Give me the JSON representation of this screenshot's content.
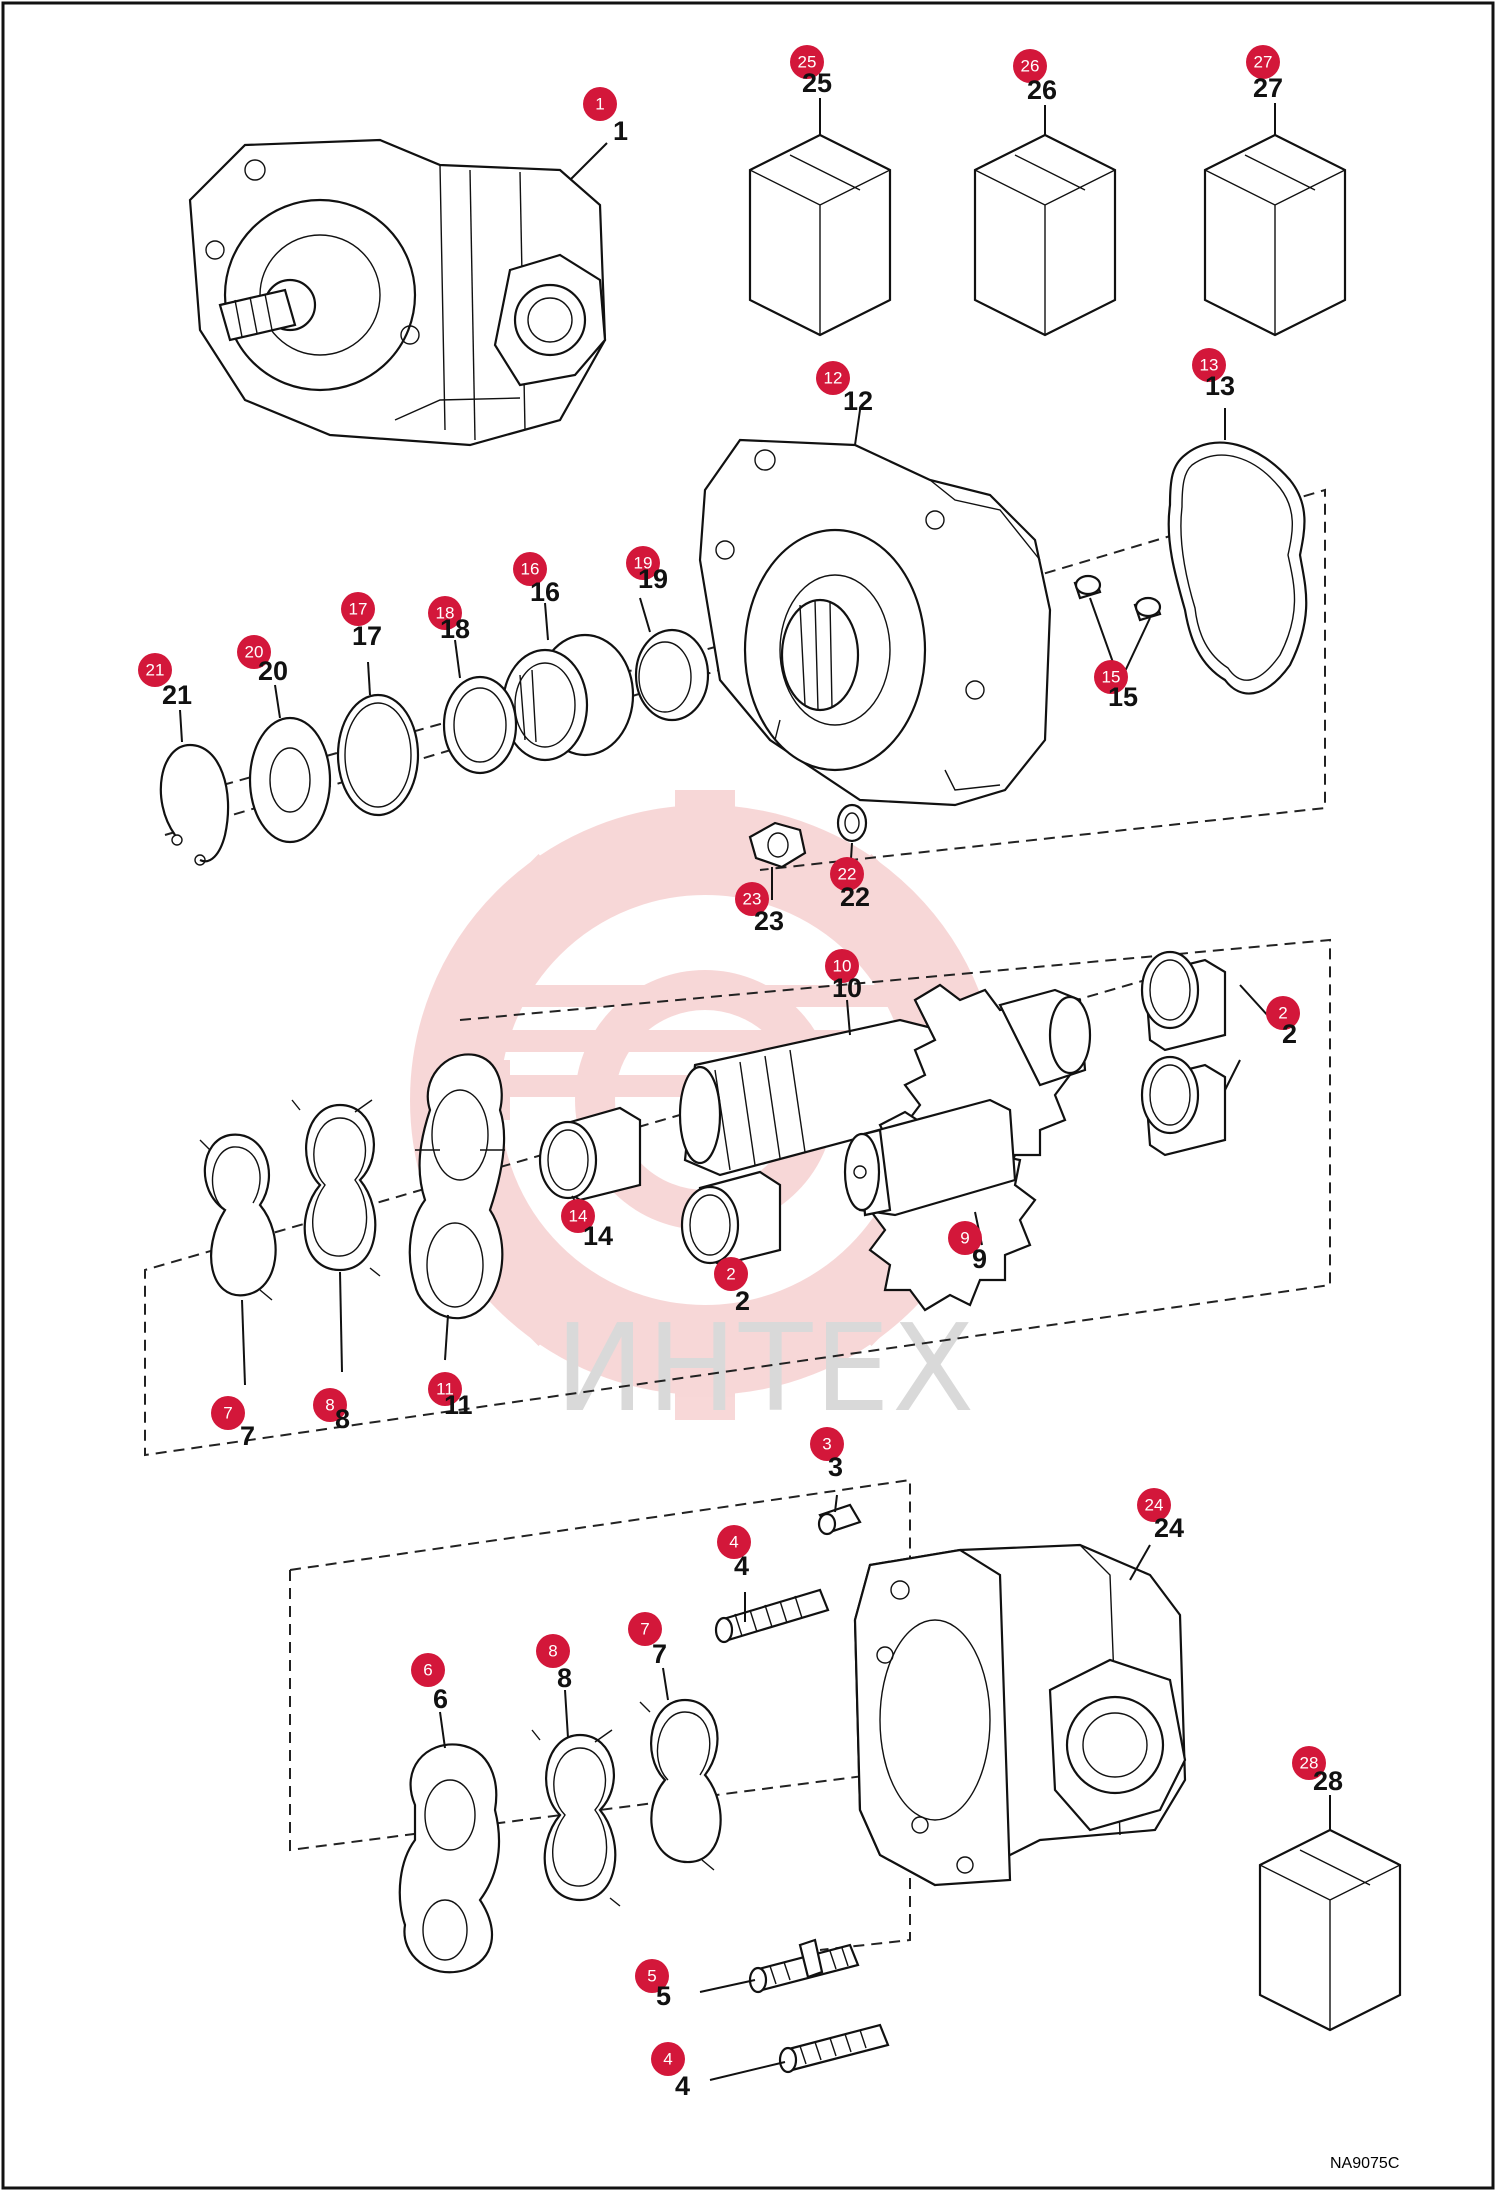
{
  "drawing_code": {
    "main": "NA9075",
    "suffix": "C"
  },
  "watermark": {
    "text": "ИНТЕХ"
  },
  "colors": {
    "badge": "#d3173a",
    "watermark": "#f2b8b8",
    "line": "#111111"
  },
  "callouts": [
    {
      "number": "1"
    },
    {
      "number": "2"
    },
    {
      "number": "2"
    },
    {
      "number": "2"
    },
    {
      "number": "3"
    },
    {
      "number": "4"
    },
    {
      "number": "4"
    },
    {
      "number": "5"
    },
    {
      "number": "6"
    },
    {
      "number": "7"
    },
    {
      "number": "7"
    },
    {
      "number": "8"
    },
    {
      "number": "8"
    },
    {
      "number": "9"
    },
    {
      "number": "10"
    },
    {
      "number": "11"
    },
    {
      "number": "12"
    },
    {
      "number": "13"
    },
    {
      "number": "14"
    },
    {
      "number": "15"
    },
    {
      "number": "16"
    },
    {
      "number": "17"
    },
    {
      "number": "18"
    },
    {
      "number": "19"
    },
    {
      "number": "20"
    },
    {
      "number": "21"
    },
    {
      "number": "22"
    },
    {
      "number": "23"
    },
    {
      "number": "24"
    },
    {
      "number": "25"
    },
    {
      "number": "26"
    },
    {
      "number": "27"
    },
    {
      "number": "28"
    }
  ]
}
